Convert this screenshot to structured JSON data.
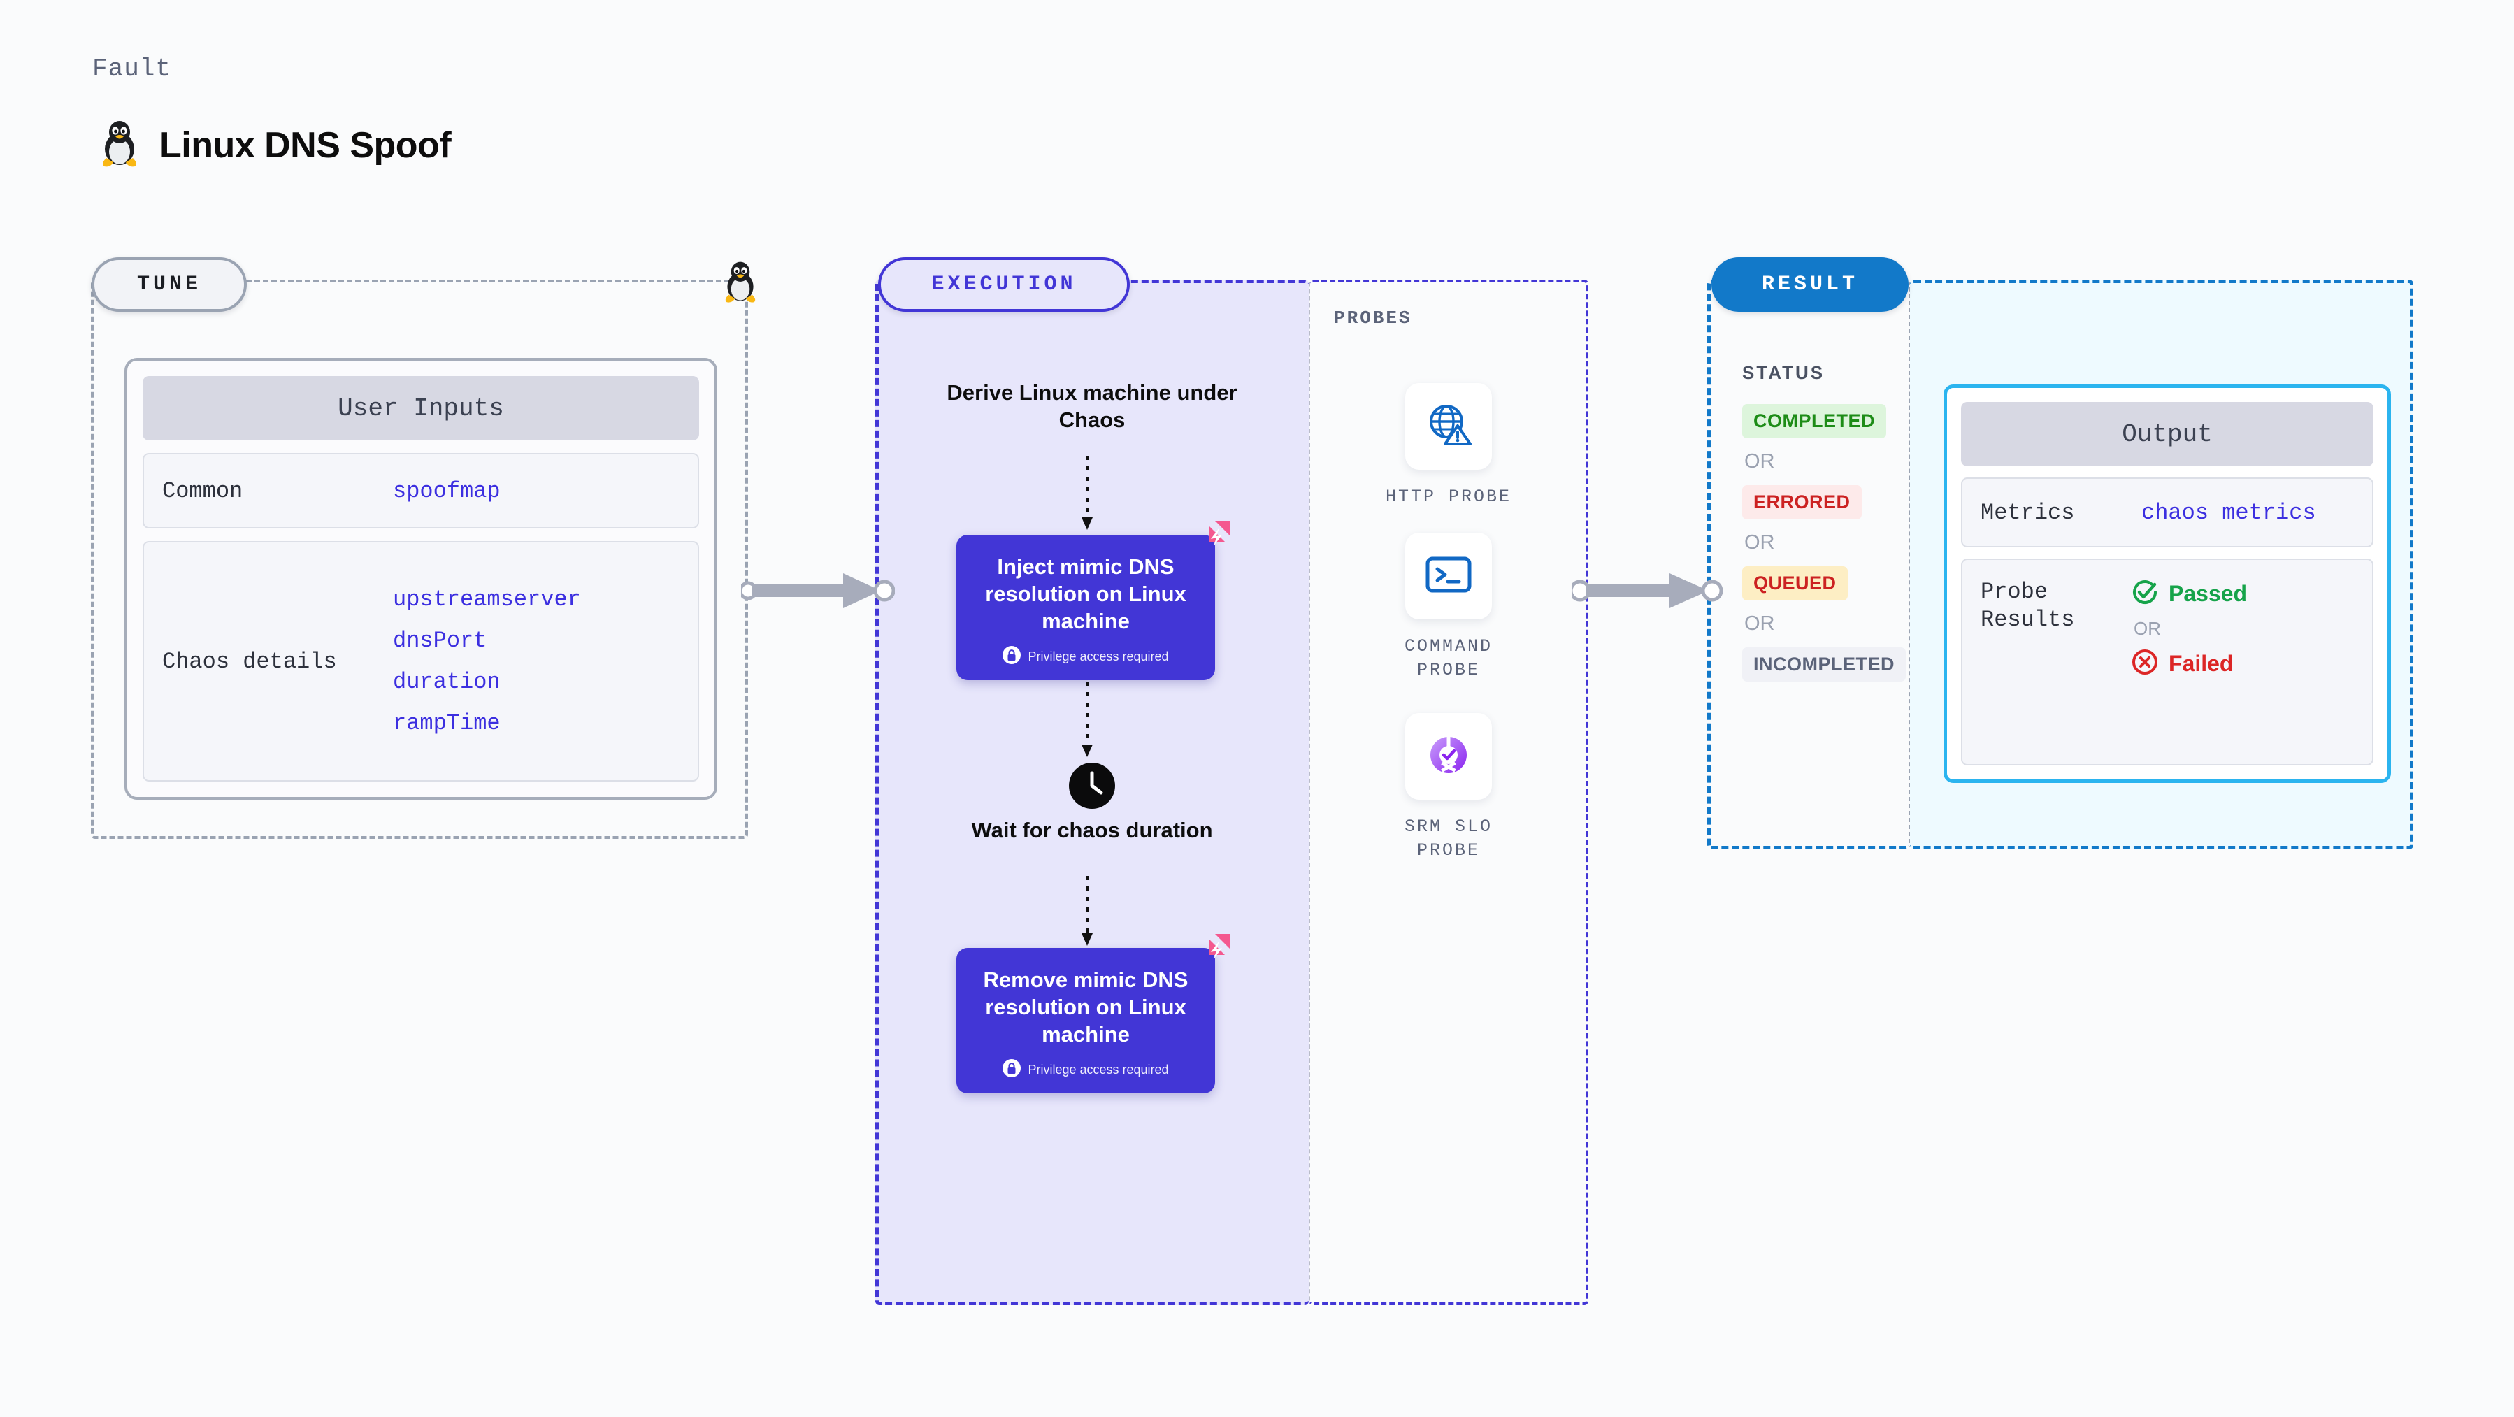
{
  "header": {
    "kicker": "Fault",
    "title": "Linux DNS Spoof",
    "logo_icon": "tux-penguin-icon"
  },
  "stages": {
    "tune": "TUNE",
    "execution": "EXECUTION",
    "probes": "PROBES",
    "result": "RESULT"
  },
  "tune": {
    "card_title": "User Inputs",
    "rows": [
      {
        "key": "Common",
        "values": [
          "spoofmap"
        ]
      },
      {
        "key": "Chaos details",
        "values": [
          "upstreamserver",
          "dnsPort",
          "duration",
          "rampTime"
        ]
      }
    ]
  },
  "execution": {
    "derive_step": "Derive Linux machine under Chaos",
    "wait_step": "Wait for chaos duration",
    "wait_icon": "clock-icon",
    "nodes": [
      {
        "title": "Inject mimic DNS resolution on Linux machine",
        "sub": "Privilege access required",
        "sub_icon": "lock-icon",
        "corner_icon": "harness-badge-icon"
      },
      {
        "title": "Remove mimic DNS resolution on Linux machine",
        "sub": "Privilege access required",
        "sub_icon": "lock-icon",
        "corner_icon": "harness-badge-icon"
      }
    ]
  },
  "probes": [
    {
      "label": "HTTP PROBE",
      "icon": "globe-warning-icon"
    },
    {
      "label": "COMMAND\nPROBE",
      "icon": "terminal-icon"
    },
    {
      "label": "SRM SLO\nPROBE",
      "icon": "slo-donut-check-icon"
    }
  ],
  "result": {
    "status_title": "STATUS",
    "or_label": "OR",
    "statuses": [
      {
        "label": "COMPLETED",
        "bg": "#ddf5dc",
        "fg": "#1d8c17"
      },
      {
        "label": "ERRORED",
        "bg": "#fdeaea",
        "fg": "#cc2222"
      },
      {
        "label": "QUEUED",
        "bg": "#fdeec4",
        "fg": "#cc2222"
      },
      {
        "label": "INCOMPLETED",
        "bg": "#f0f1f6",
        "fg": "#5b6379"
      }
    ]
  },
  "output": {
    "card_title": "Output",
    "metrics_key": "Metrics",
    "metrics_value": "chaos metrics",
    "results_key": "Probe Results",
    "or_label": "OR",
    "passed": {
      "label": "Passed",
      "icon": "check-circle-icon",
      "color": "#16a34a"
    },
    "failed": {
      "label": "Failed",
      "icon": "x-circle-icon",
      "color": "#dc2626"
    }
  },
  "colors": {
    "accent_purple": "#4236d6",
    "accent_blue": "#1279c9",
    "accent_cyan": "#2bb4ef",
    "badge_pink": "#f4588f",
    "link_purple": "#3c2fe0"
  }
}
